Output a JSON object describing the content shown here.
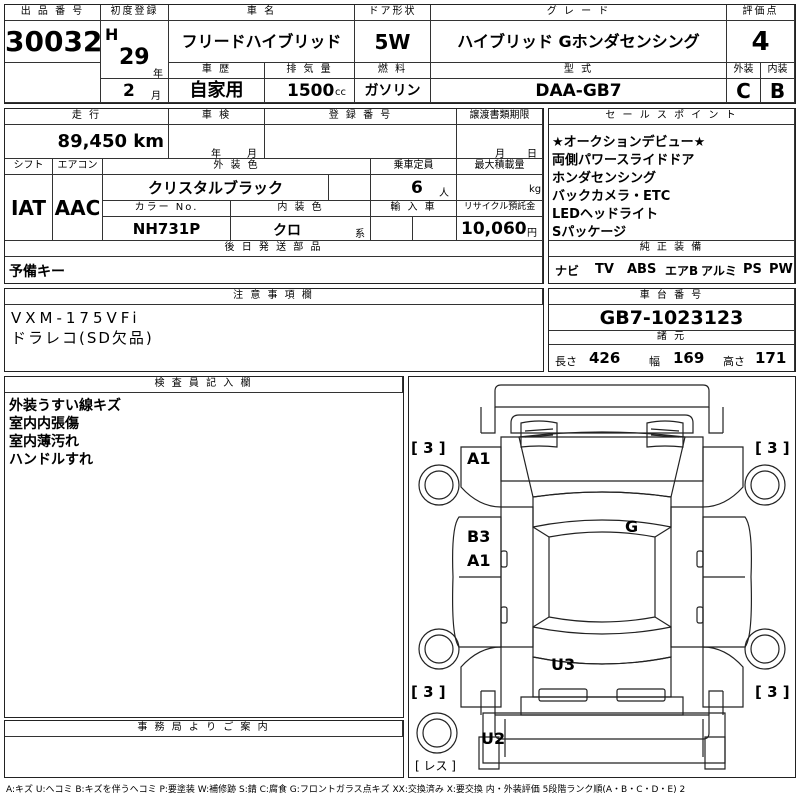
{
  "top": {
    "lot_no_h": "出 品 番 号",
    "lot_no": "30032",
    "first_reg_h": "初度登録",
    "era": "H",
    "year": "29",
    "year_unit": "年",
    "month": "2",
    "month_unit": "月",
    "car_name_h": "車 名",
    "car_name": "フリードハイブリッド",
    "door_h": "ドア形状",
    "door": "5W",
    "grade_h": "グ レ ー ド",
    "grade": "ハイブリッド Gホンダセンシング",
    "score_h": "評価点",
    "score": "4",
    "history_h": "車 歴",
    "history": "自家用",
    "displacement_h": "排 気 量",
    "displacement": "1500",
    "displacement_unit": "cc",
    "fuel_h": "燃 料",
    "fuel": "ガソリン",
    "model_h": "型 式",
    "model": "DAA-GB7",
    "exterior_h": "外装",
    "exterior": "C",
    "interior_h": "内装",
    "interior": "B"
  },
  "mid": {
    "mileage_h": "走 行",
    "mileage": "89,450 km",
    "inspection_h": "車 検",
    "inspection_year_unit": "年",
    "inspection_month_unit": "月",
    "reg_no_h": "登 録 番 号",
    "transfer_h": "譲渡書類期限",
    "transfer_month_unit": "月",
    "transfer_day_unit": "日",
    "shift_h": "シフト",
    "shift": "IAT",
    "aircon_h": "エアコン",
    "aircon": "AAC",
    "color_h": "外 装 色",
    "color": "クリスタルブラック",
    "capacity_h": "乗車定員",
    "capacity": "6",
    "capacity_unit": "人",
    "maxload_h": "最大積載量",
    "maxload_unit": "kg",
    "color_no_h": "カラー No.",
    "color_no": "NH731P",
    "int_color_h": "内 装 色",
    "int_color": "クロ",
    "int_color_unit": "系",
    "import_h": "輸 入 車",
    "recycle_h": "リサイクル預託金",
    "recycle": "10,060",
    "recycle_unit": "円",
    "later_parts_h": "後 日 発 送 部 品",
    "later_parts": "予備キー"
  },
  "sales_points": {
    "header": "セ ー ル ス ポ イ ン ト",
    "items": [
      "★オークションデビュー★",
      "両側パワースライドドア",
      "ホンダセンシング",
      "バックカメラ・ETC",
      "LEDヘッドライト",
      "Sパッケージ"
    ]
  },
  "equipment": {
    "header": "純 正 装 備",
    "items": [
      "ナビ",
      "TV",
      "ABS",
      "エアB",
      "アルミ",
      "PS",
      "PW"
    ]
  },
  "notes": {
    "header": "注 意 事 項 欄",
    "lines": [
      "VXM-175VFi",
      "ドラレコ(SD欠品)"
    ]
  },
  "chassis": {
    "header": "車 台 番 号",
    "value": "GB7-1023123",
    "dims_h": "諸 元",
    "length_label": "長さ",
    "length": "426",
    "width_label": "幅",
    "width": "169",
    "height_label": "高さ",
    "height": "171"
  },
  "inspector": {
    "header": "検 査 員 記 入 欄",
    "lines": [
      "外装うすい線キズ",
      "室内内張傷",
      "室内薄汚れ",
      "ハンドルすれ"
    ]
  },
  "office": {
    "header": "事 務 局 よ り ご 案 内"
  },
  "diagram": {
    "tire_fl": "[ 3 ]",
    "tire_fr": "[ 3 ]",
    "tire_rl": "[ 3 ]",
    "tire_rr": "[ 3 ]",
    "mark_a1_front": "A1",
    "mark_g": "G",
    "mark_b3": "B3",
    "mark_a1_side": "A1",
    "mark_u3": "U3",
    "mark_u2": "U2",
    "spare": "[ レス ]"
  },
  "legend": "A:キズ U:ヘコミ B:キズを伴うヘコミ P:要塗装 W:補修跡 S:錆 C:腐食 G:フロントガラス点キズ XX:交換済み X:要交換 内・外装評価 5段階ランク順(A・B・C・D・E) 2"
}
